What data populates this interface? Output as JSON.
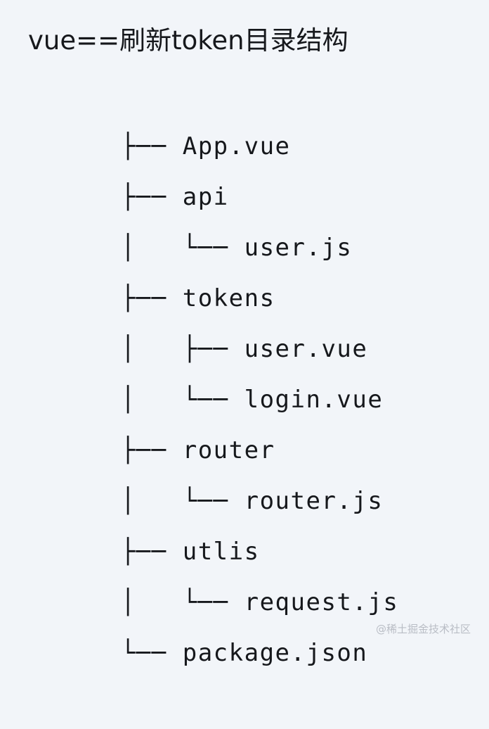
{
  "background_color": "#f2f5f9",
  "text_color": "#16181c",
  "watermark_color": "#b9bdc5",
  "title": "vue==刷新token目录结构",
  "tree": {
    "rows": [
      {
        "glyphs": "├── ",
        "label": "App.vue"
      },
      {
        "glyphs": "├── ",
        "label": "api"
      },
      {
        "glyphs": "│   └── ",
        "label": "user.js"
      },
      {
        "glyphs": "├── ",
        "label": "tokens"
      },
      {
        "glyphs": "│   ├── ",
        "label": "user.vue"
      },
      {
        "glyphs": "│   └── ",
        "label": "login.vue"
      },
      {
        "glyphs": "├── ",
        "label": "router"
      },
      {
        "glyphs": "│   └── ",
        "label": "router.js"
      },
      {
        "glyphs": "├── ",
        "label": "utlis"
      },
      {
        "glyphs": "│   └── ",
        "label": "request.js"
      },
      {
        "glyphs": "└── ",
        "label": "package.json"
      }
    ]
  },
  "watermark": "@稀土掘金技术社区"
}
